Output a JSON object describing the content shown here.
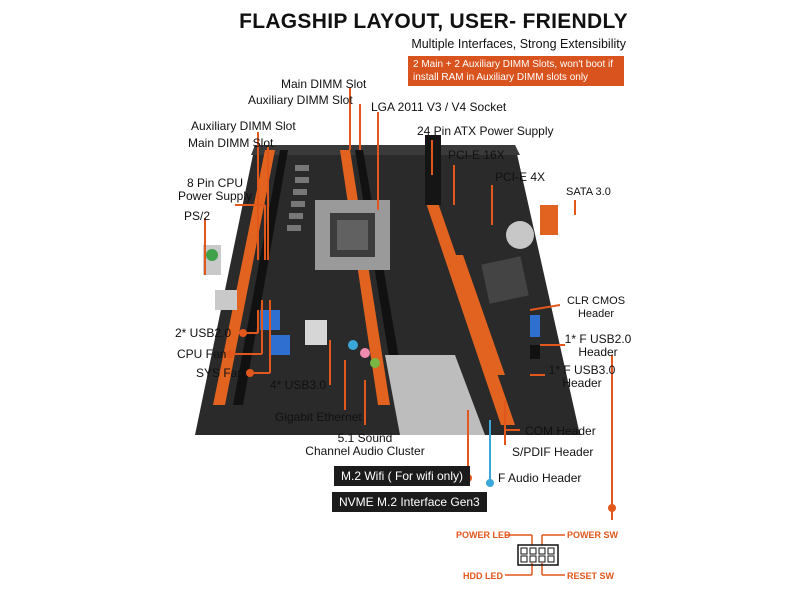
{
  "header": {
    "title": "FLAGSHIP LAYOUT, USER- FRIENDLY",
    "subtitle": "Multiple Interfaces, Strong Extensibility",
    "note": "2 Main + 2 Auxiliary DIMM Slots, won't boot if install RAM in Auxiliary DIMM slots only"
  },
  "labels": {
    "main_dimm_top": "Main DIMM Slot",
    "aux_dimm_top": "Auxiliary DIMM Slot",
    "lga_socket": "LGA 2011 V3 / V4 Socket",
    "atx_power": "24 Pin ATX Power Supply",
    "pcie16": "PCI-E 16X",
    "pcie4": "PCI-E 4X",
    "sata": "SATA 3.0",
    "aux_dimm_left": "Auxiliary DIMM Slot",
    "main_dimm_left": "Main DIMM Slot",
    "cpu_power_1": "8 Pin CPU",
    "cpu_power_2": "Power Supply",
    "ps2": "PS/2",
    "usb20": "2* USB2.0",
    "cpu_fan": "CPU Fan",
    "sys_fan": "SYS Fan",
    "usb30": "4* USB3.0",
    "ethernet": "Gigabit Ethernet",
    "audio_1": "5.1 Sound",
    "audio_2": "Channel Audio Cluster",
    "clr_cmos_1": "CLR CMOS",
    "clr_cmos_2": "Header",
    "f_usb20_1": "1* F USB2.0",
    "f_usb20_2": "Header",
    "f_usb30_1": "1* F USB3.0",
    "f_usb30_2": "Header",
    "com": "COM Header",
    "spdif": "S/PDIF Header",
    "f_audio": "F Audio Header",
    "m2_wifi": "M.2 Wifi ( For wifi only)",
    "nvme": "NVME M.2 Interface Gen3"
  },
  "pins": {
    "power_led": "POWER LED",
    "power_sw": "POWER SW",
    "hdd_led": "HDD  LED",
    "reset_sw": "RESET SW"
  },
  "colors": {
    "accent": "#e2571c",
    "board": "#2b2b2b",
    "dimm_slot": "#e1631f",
    "usb3_blue": "#2f6fd0"
  }
}
